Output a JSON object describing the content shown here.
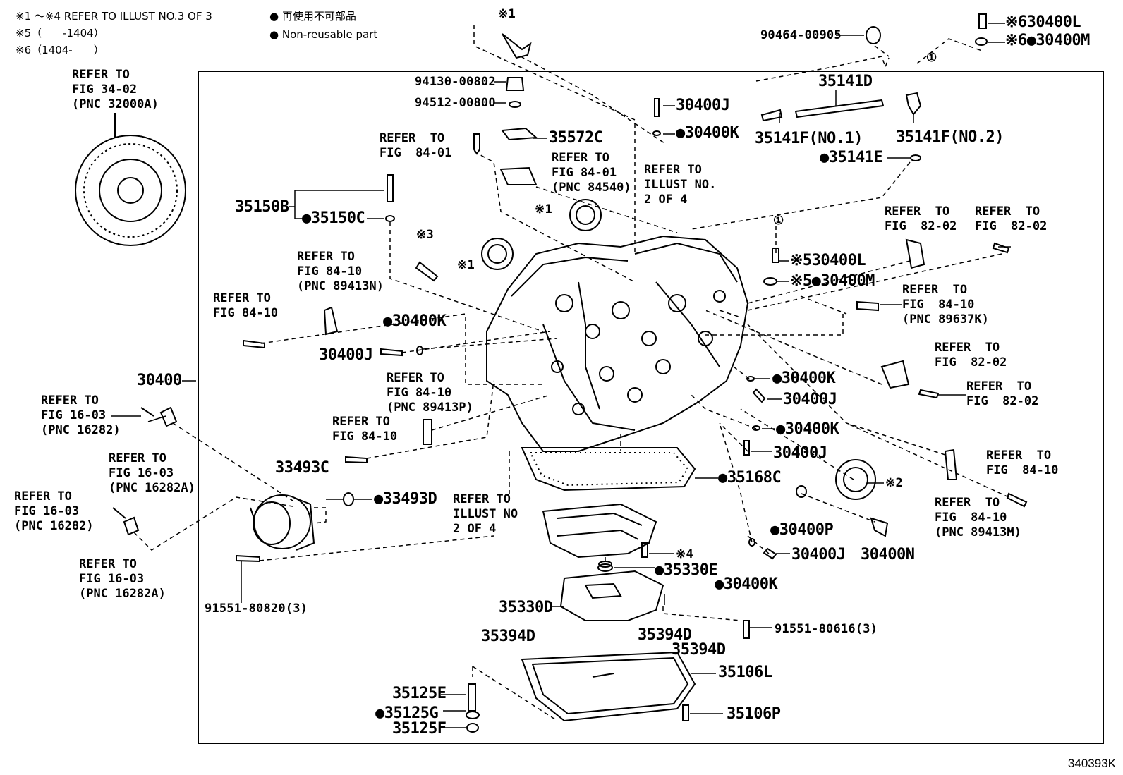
{
  "notes": {
    "refer_illust": "※1 ～※4 REFER TO ILLUST NO.3 OF 3",
    "note5": "※5（　　-1404）",
    "note6": "※6（1404-　　）",
    "legend_jp": "再使用不可部品",
    "legend_en": "Non-reusable part"
  },
  "diagram_id": "340393K",
  "parts": {
    "p30400L_top": "※630400L",
    "p30400M_top": "※6●30400M",
    "p90464": "90464-00905",
    "circle1_top": "①",
    "circle1_mid": "①",
    "p94130": "94130-00802",
    "p94512": "94512-00800",
    "p30400J_1": "30400J",
    "p30400K_1": "●30400K",
    "p35141D": "35141D",
    "p35141F1": "35141F(NO.1)",
    "p35141F2": "35141F(NO.2)",
    "p35141E": "●35141E",
    "p35572C": "35572C",
    "p35150B": "35150B",
    "p35150C": "●35150C",
    "mark1_top": "※1",
    "mark1_a": "※1",
    "mark1_b": "※1",
    "mark3": "※3",
    "p30400L_mid": "※530400L",
    "p30400M_mid": "※5●30400M",
    "p30400K_2": "●30400K",
    "p30400J_2": "30400J",
    "p30400": "30400",
    "p30400K_3": "●30400K",
    "p30400J_3": "30400J",
    "p30400K_4": "●30400K",
    "p30400J_4": "30400J",
    "p35168C": "●35168C",
    "mark2": "※2",
    "p30400P": "●30400P",
    "p30400J_5": "30400J",
    "p30400N": "30400N",
    "p30400K_5": "●30400K",
    "mark4": "※4",
    "p35330E": "●35330E",
    "p33493C": "33493C",
    "p33493D": "●33493D",
    "p91551_80820": "91551-80820(3)",
    "p35330D": "35330D",
    "p91551_80616": "91551-80616(3)",
    "p35394D_a": "35394D",
    "p35394D_b": "35394D",
    "p35394D_c": "35394D",
    "p35106L": "35106L",
    "p35125E": "35125E",
    "p35125G": "●35125G",
    "p35125F": "35125F",
    "p35106P": "35106P"
  },
  "refs": {
    "r_fig3402": "REFER TO\nFIG 34-02\n(PNC 32000A)",
    "r_fig8401_a": "REFER  TO\nFIG  84-01",
    "r_fig8401_b": "REFER TO\nFIG 84-01\n(PNC 84540)",
    "r_illust2_top": "REFER TO\nILLUST NO.\n2 OF 4",
    "r_fig8410_89413N": "REFER TO\nFIG 84-10\n(PNC 89413N)",
    "r_fig8410_a": "REFER TO\nFIG 84-10",
    "r_fig8202_a": "REFER  TO\nFIG  82-02",
    "r_fig8202_b": "REFER  TO\nFIG  82-02",
    "r_fig8410_89637K": "REFER  TO\nFIG  84-10\n(PNC 89637K)",
    "r_fig8202_c": "REFER  TO\nFIG  82-02",
    "r_fig8202_d": "REFER  TO\nFIG  82-02",
    "r_fig1603_16282_a": "REFER TO\nFIG 16-03\n(PNC 16282)",
    "r_fig8410_89413P": "REFER TO\nFIG 84-10\n(PNC 89413P)",
    "r_fig8410_b": "REFER TO\nFIG 84-10",
    "r_fig1603_16282A_a": "REFER TO\nFIG 16-03\n(PNC 16282A)",
    "r_fig1603_16282_b": "REFER TO\nFIG 16-03\n(PNC 16282)",
    "r_fig1603_16282A_b": "REFER TO\nFIG 16-03\n(PNC 16282A)",
    "r_illust2_mid": "REFER TO\nILLUST NO\n2 OF 4",
    "r_fig8410_c": "REFER  TO\nFIG  84-10",
    "r_fig8410_89413M": "REFER  TO\nFIG  84-10\n(PNC 89413M)"
  }
}
